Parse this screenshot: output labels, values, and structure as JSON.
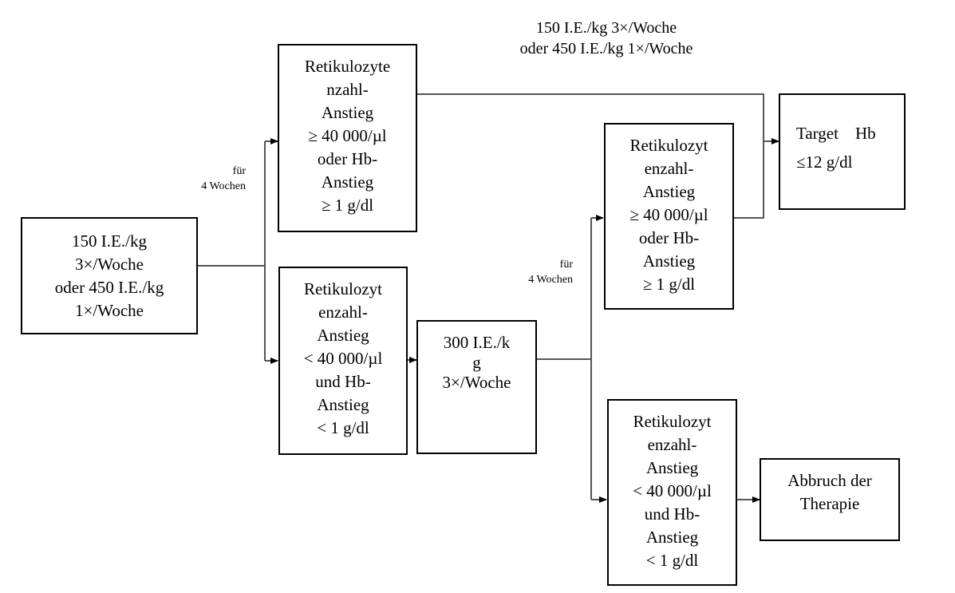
{
  "diagram": {
    "start_box": {
      "lines": [
        "150 I.E./kg",
        "3×/Woche",
        "oder 450 I.E./kg",
        "1×/Woche"
      ]
    },
    "branch1_label": [
      "für",
      "4 Wochen"
    ],
    "response_box_1": {
      "lines": [
        "Retikulozyte",
        "nzahl-",
        "Anstieg",
        "≥ 40 000/µl",
        "oder Hb-",
        "Anstieg",
        "≥ 1 g/dl"
      ]
    },
    "no_response_box_1": {
      "lines": [
        "Retikulozyt",
        "enzahl-",
        "Anstieg",
        "< 40 000/µl",
        "und Hb-",
        "Anstieg",
        "< 1 g/dl"
      ]
    },
    "dose_increase_box": {
      "lines": [
        "300 I.E./k",
        "g",
        "3×/Woche"
      ]
    },
    "branch2_label": [
      "für",
      "4 Wochen"
    ],
    "response_box_2": {
      "lines": [
        "Retikulozyt",
        "enzahl-",
        "Anstieg",
        "≥ 40 000/µl",
        "oder Hb-",
        "Anstieg",
        "≥ 1 g/dl"
      ]
    },
    "no_response_box_2": {
      "lines": [
        "Retikulozyt",
        "enzahl-",
        "Anstieg",
        "< 40 000/µl",
        "und Hb-",
        "Anstieg",
        "< 1 g/dl"
      ]
    },
    "top_path_label": [
      "150 I.E./kg 3×/Woche",
      "oder 450 I.E./kg 1×/Woche"
    ],
    "target_box": {
      "line1": "Target    Hb",
      "line2": "≤12 g/dl"
    },
    "stop_box": {
      "lines": [
        "Abbruch der",
        "Therapie"
      ]
    }
  }
}
